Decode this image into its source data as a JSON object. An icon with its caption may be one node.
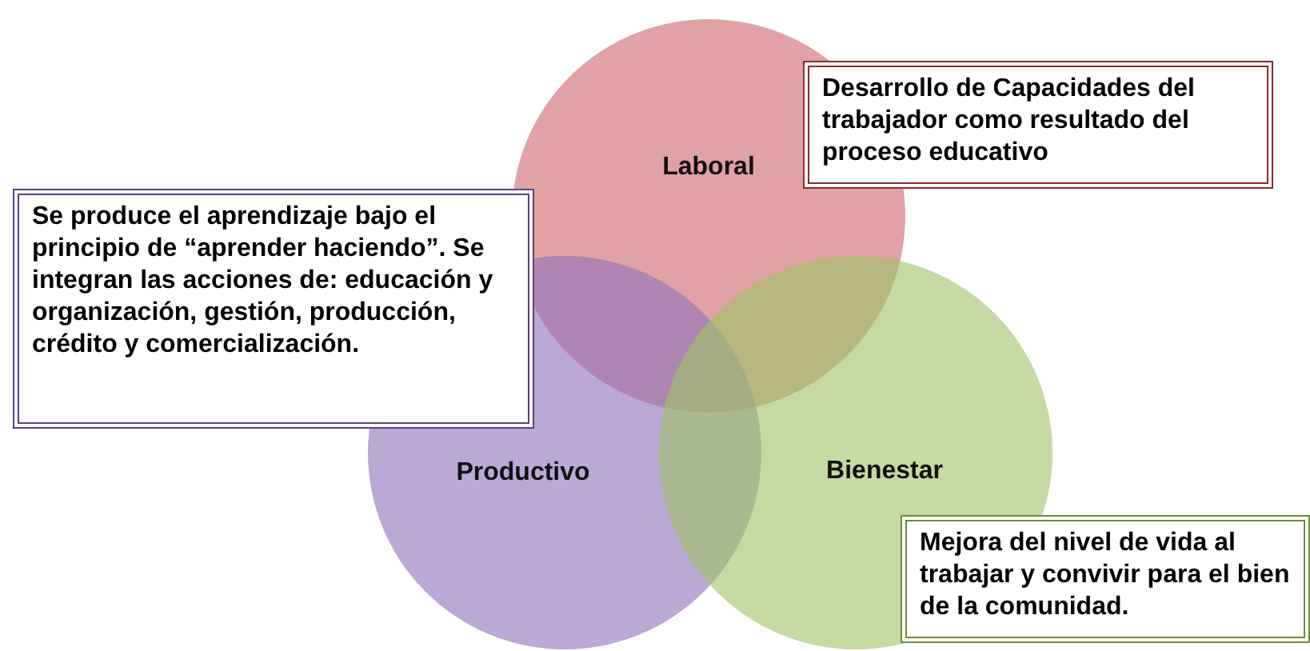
{
  "diagram": {
    "nodes": [
      {
        "text": [
          "Laboral"
        ]
      },
      {
        "text": [
          "Desarrollo de Capacidades del trabajador como resultado del proceso educativo"
        ]
      },
      {
        "text": [
          "Se produce el aprendizaje bajo el principio de “aprender haciendo”. Se integran las acciones de: educación y organización, gestión, producción, crédito y comercialización."
        ]
      },
      {
        "text": [
          "Productivo"
        ]
      },
      {
        "text": [
          "Bienestar"
        ]
      },
      {
        "text": [
          "Mejora del nivel de vida al trabajar y convivir para el bien de la comunidad."
        ]
      }
    ],
    "edges": []
  }
}
